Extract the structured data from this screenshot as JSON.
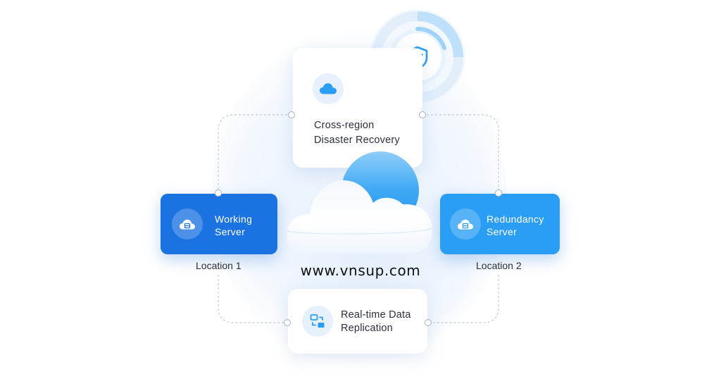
{
  "colors": {
    "working_server": "#1a73e0",
    "redundancy_server": "#2a9df4",
    "accent": "#2a9df4",
    "text_dark": "#2a2f3a",
    "connector": "#c4c9d0"
  },
  "nodes": {
    "cross_region": {
      "line1": "Cross-region",
      "line2": "Disaster Recovery",
      "icon": "cloud-icon"
    },
    "working_server": {
      "line1": "Working",
      "line2": "Server",
      "caption": "Location 1",
      "icon": "server-cloud-icon"
    },
    "redundancy_server": {
      "line1": "Redundancy",
      "line2": "Server",
      "caption": "Location 2",
      "icon": "server-cloud-icon"
    },
    "replication": {
      "line1": "Real-time Data",
      "line2": "Replication",
      "icon": "data-sync-icon"
    }
  },
  "badge": {
    "icon": "shield-check-icon"
  },
  "centerpiece": {
    "icon": "cloud-sun-illustration"
  },
  "watermark": "www.vnsup.com"
}
